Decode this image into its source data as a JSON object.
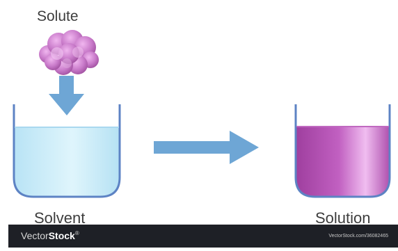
{
  "labels": {
    "solute": "Solute",
    "solvent": "Solvent",
    "solution": "Solution"
  },
  "watermark": {
    "brand_prefix": "Vector",
    "brand_suffix": "Stock",
    "brand_mark": "®",
    "url": "VectorStock.com/36082465"
  },
  "colors": {
    "solute": "#b86ab8",
    "arrow": "#6ea6d5",
    "solvent": "#c7eaf8",
    "solution": "#b04eb0",
    "beaker_outline": "#5d83c4",
    "banner": "#1e2026"
  },
  "icons": {
    "solute_particles": "solute-cloud",
    "down_arrow": "arrow-down",
    "process_arrow": "arrow-right",
    "solvent_container": "beaker",
    "solution_container": "beaker"
  }
}
